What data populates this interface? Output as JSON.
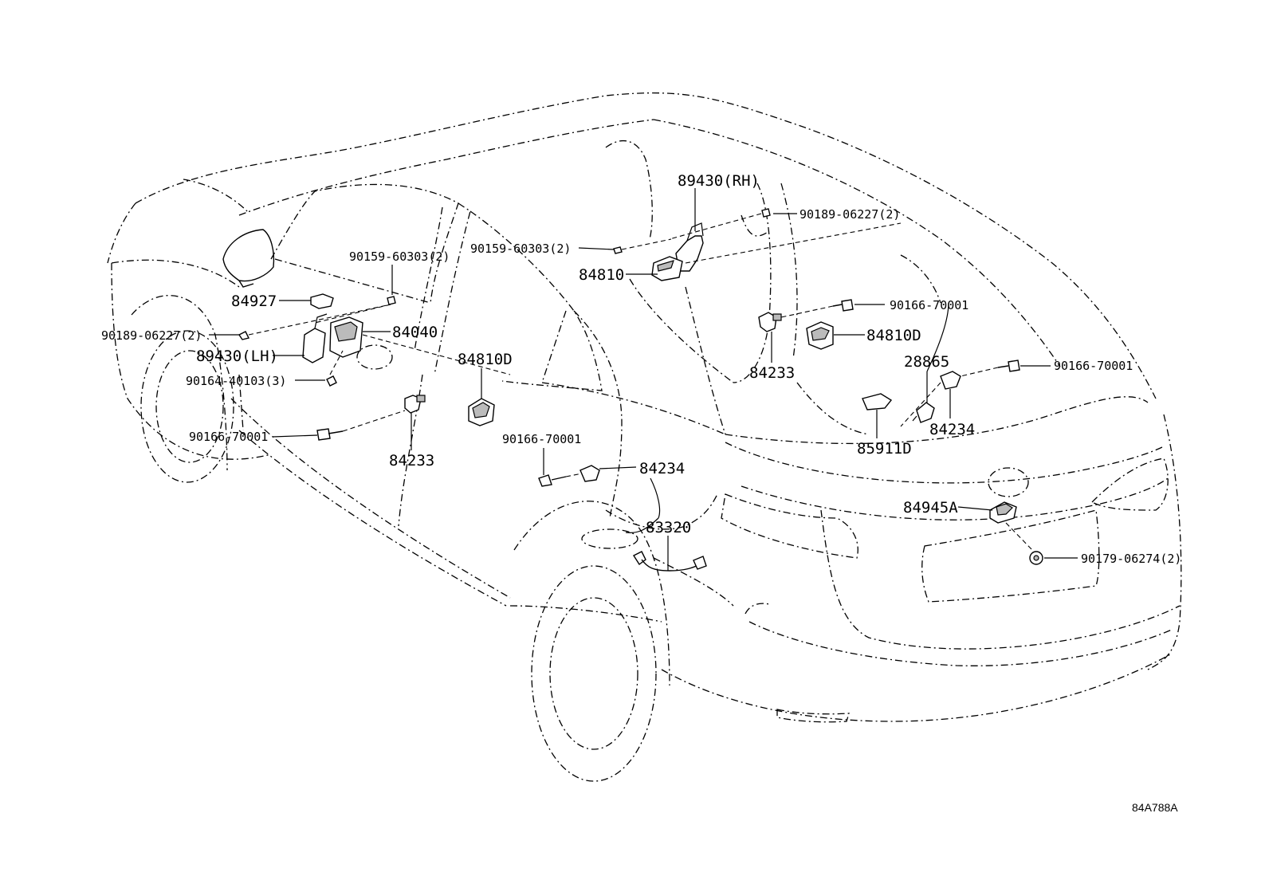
{
  "labels": {
    "l_89430_rh": "89430(RH)",
    "l_90189_06227_rh": "90189-06227(2)",
    "l_90159_60303_mid": "90159-60303(2)",
    "l_84810": "84810",
    "l_90159_60303_lh": "90159-60303(2)",
    "l_84927": "84927",
    "l_90189_06227_lh": "90189-06227(2)",
    "l_84040": "84040",
    "l_89430_lh": "89430(LH)",
    "l_90164_40103": "90164-40103(3)",
    "l_84810d_left": "84810D",
    "l_90166_70001_left": "90166-70001",
    "l_84233_left": "84233",
    "l_90166_70001_rightupper": "90166-70001",
    "l_84810d_right": "84810D",
    "l_84233_right": "84233",
    "l_28865": "28865",
    "l_90166_70001_far": "90166-70001",
    "l_84234_right": "84234",
    "l_85911d": "85911D",
    "l_90166_70001_center": "90166-70001",
    "l_84234_center": "84234",
    "l_83320": "83320",
    "l_84945a": "84945A",
    "l_90179_06274": "90179-06274(2)"
  },
  "diagram_code": "84A788A"
}
